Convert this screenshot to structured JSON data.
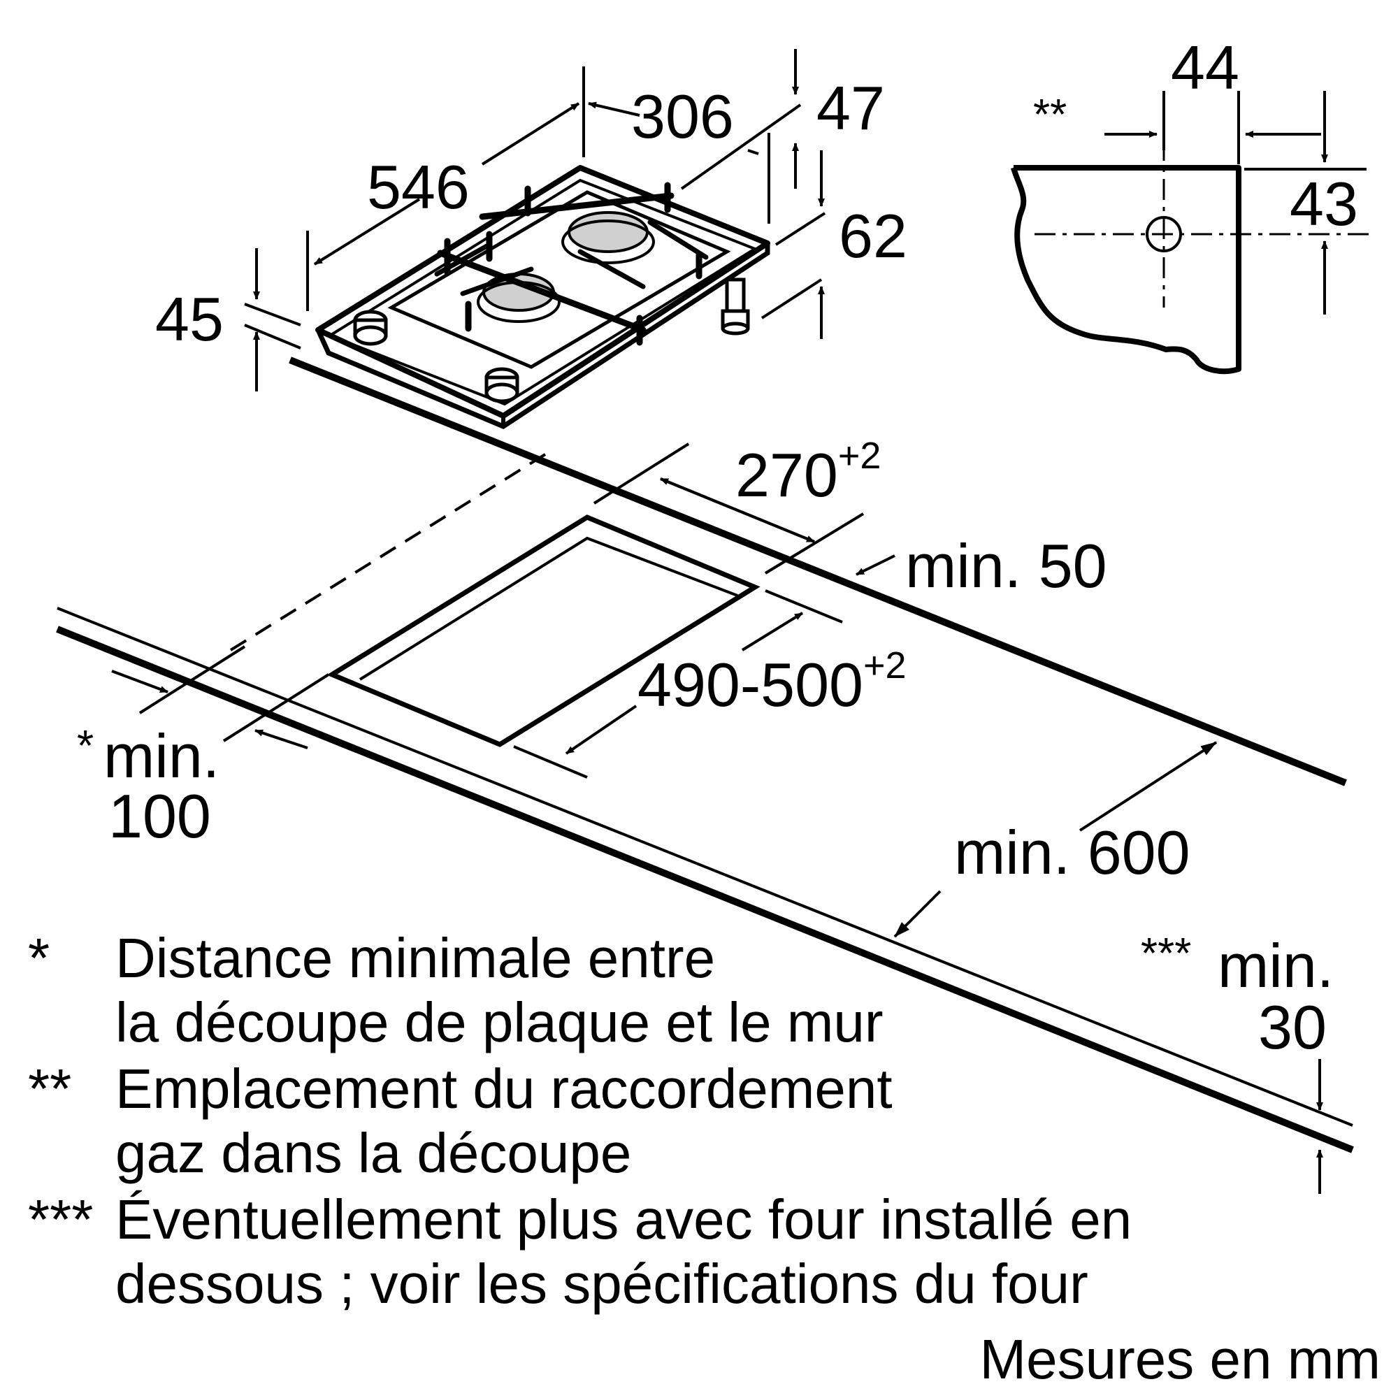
{
  "dimensions": {
    "width_306": "306",
    "depth_546": "546",
    "height_47": "47",
    "height_62": "62",
    "height_45": "45",
    "conn_44": "44",
    "conn_43": "43",
    "conn_marker": "**",
    "cutout_width": "270",
    "cutout_width_tol": "+2",
    "min_50": "min. 50",
    "cutout_depth": "490-500",
    "cutout_depth_tol": "+2",
    "wall_marker": "*",
    "wall_min": "min.",
    "wall_value": "100",
    "min_600": "min. 600",
    "front_marker": "***",
    "front_min": "min.",
    "front_value": "30"
  },
  "notes": [
    {
      "marker": "*",
      "line1": "Distance minimale entre",
      "line2": "la découpe de plaque et le mur"
    },
    {
      "marker": "**",
      "line1": "Emplacement du raccordement",
      "line2": "gaz dans la découpe"
    },
    {
      "marker": "***",
      "line1": "Éventuellement plus avec four installé en",
      "line2": "dessous ; voir les spécifications du four"
    }
  ],
  "units_note": "Mesures en mm"
}
